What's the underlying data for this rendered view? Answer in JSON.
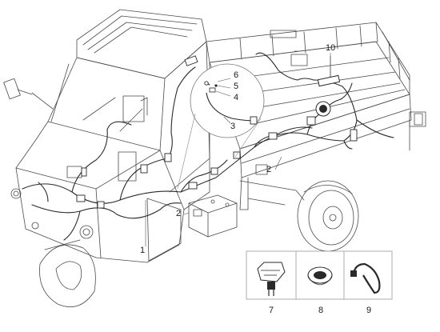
{
  "callouts": {
    "c1": "1",
    "c2a": "2",
    "c2b": "2",
    "c3": "3",
    "c4": "4",
    "c5": "5",
    "c6": "6",
    "c7": "7",
    "c8": "8",
    "c9": "9",
    "c10": "10"
  },
  "colors": {
    "line": "#3a3a3a",
    "light_line": "#8a8a8a",
    "frame": "#9a9a9a",
    "fill": "#ffffff",
    "dark": "#222222"
  },
  "parts": [
    "main-wiring-harness",
    "battery-cable",
    "ground-cable",
    "cable-clip",
    "fuse-holder",
    "grommet",
    "cable-tie"
  ]
}
